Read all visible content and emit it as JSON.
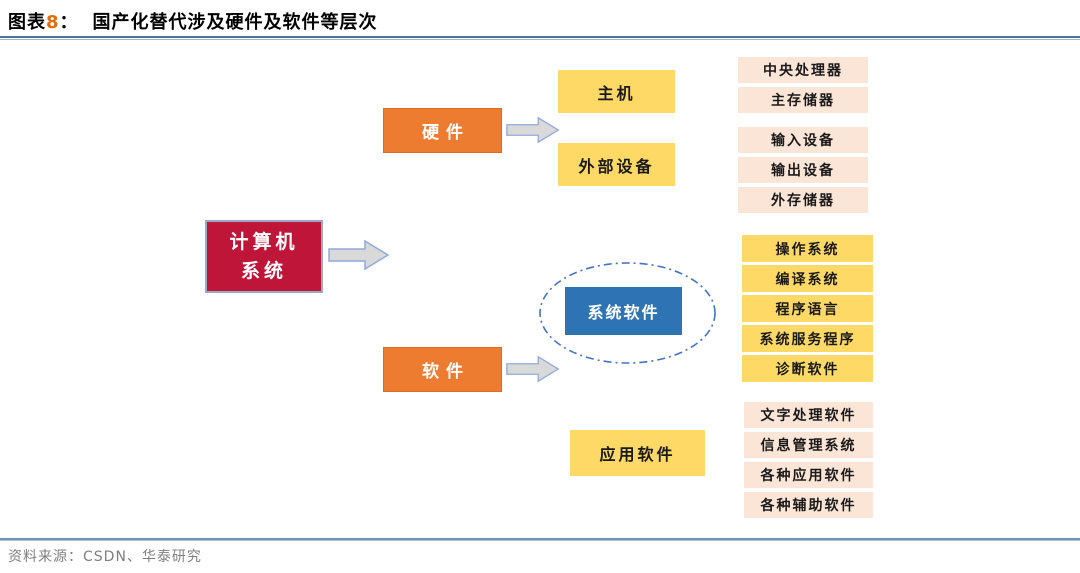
{
  "header": {
    "label": "图表",
    "number": "8",
    "colon": "：",
    "title": "国产化替代涉及硬件及软件等层次"
  },
  "diagram": {
    "root_line1": "计算机",
    "root_line2": "系统",
    "hardware": "硬件",
    "software": "软件",
    "host": "主机",
    "peripherals": "外部设备",
    "system_software": "系统软件",
    "application_software": "应用软件",
    "host_items": [
      "中央处理器",
      "主存储器"
    ],
    "peripheral_items": [
      "输入设备",
      "输出设备",
      "外存储器"
    ],
    "system_software_items": [
      "操作系统",
      "编译系统",
      "程序语言",
      "系统服务程序",
      "诊断软件"
    ],
    "application_software_items": [
      "文字处理软件",
      "信息管理系统",
      "各种应用软件",
      "各种辅助软件"
    ]
  },
  "footer": {
    "source": "资料来源：CSDN、华泰研究"
  },
  "colors": {
    "root_crimson": "#BE1538",
    "branch_orange": "#ED7C31",
    "leaf_yellow": "#FFD966",
    "leaf_pink": "#FBE5D6",
    "system_blue": "#2E74B5",
    "ellipse_blue": "#4472C4",
    "arrow_fill": "#D9D9D9",
    "arrow_stroke": "#8FAADC",
    "rule_blue": "#4F7398",
    "title_number_orange": "#E36C0A",
    "source_gray": "#7F7F7F"
  }
}
